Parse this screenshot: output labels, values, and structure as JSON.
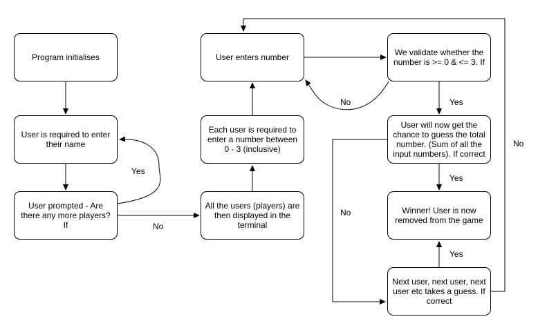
{
  "nodes": {
    "program_init": "Program initialises",
    "enter_name": "User is required to enter their name",
    "more_players": "User prompted - Are there any more players? If",
    "players_displayed": "All the users (players) are then displayed in the terminal",
    "enter_number_req": "Each user is required to enter a number between 0 - 3 (inclusive)",
    "user_enters_number": "User enters number",
    "validate": "We validate whether the number is >= 0 & <= 3. If",
    "guess_total": "User will now get the chance to guess the total number. (Sum of all the input numbers). If correct",
    "winner": "Winner! User is now removed from the game",
    "next_user": "Next user, next user, next user etc takes a guess. If correct"
  },
  "edge_labels": {
    "more_players_yes": "Yes",
    "more_players_no": "No",
    "validate_no": "No",
    "validate_yes": "Yes",
    "guess_yes": "Yes",
    "guess_no": "No",
    "next_user_yes": "Yes",
    "next_user_no": "No"
  }
}
